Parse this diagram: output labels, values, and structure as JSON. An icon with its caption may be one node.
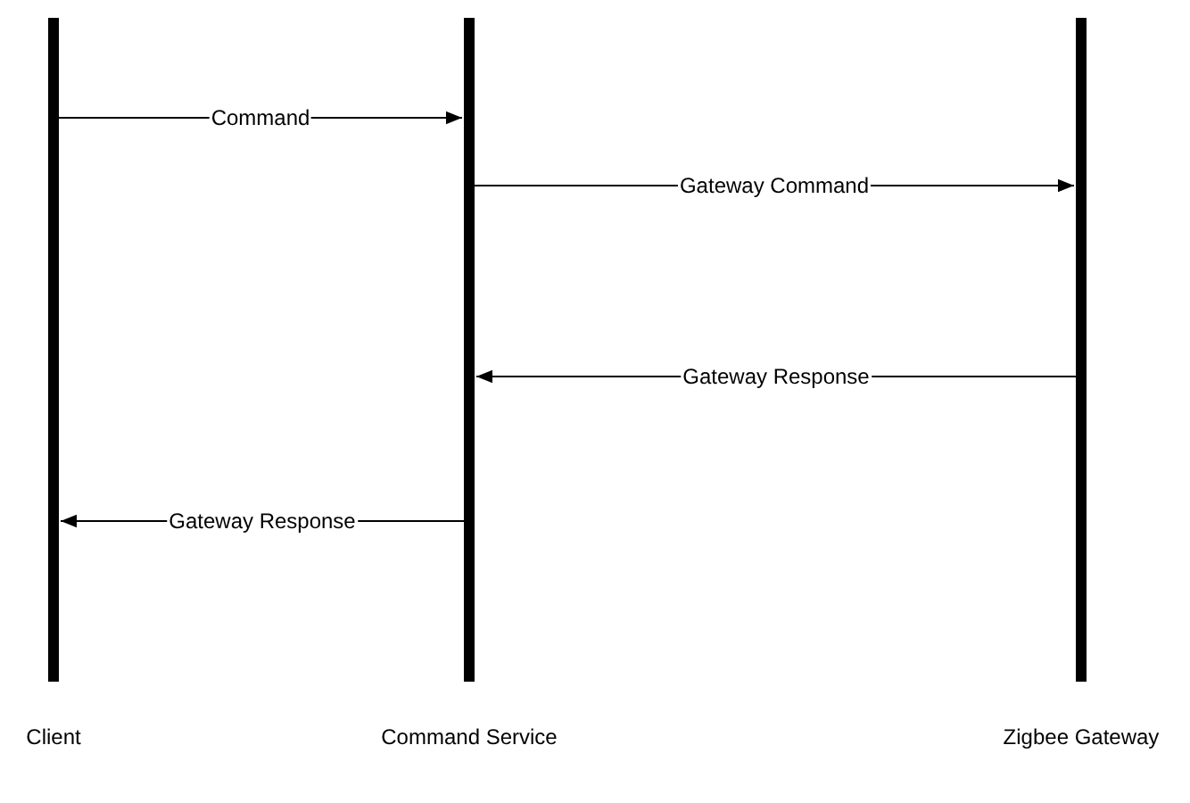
{
  "diagram": {
    "nodes": [
      {
        "text": [
          "Client"
        ]
      },
      {
        "text": [
          "Command Service"
        ]
      },
      {
        "text": [
          "Zigbee Gateway"
        ]
      }
    ],
    "edges": [
      {
        "from": 0,
        "to": 1,
        "arrow": "to",
        "label": "Command"
      },
      {
        "from": 1,
        "to": 2,
        "arrow": "to",
        "label": "Gateway Command"
      },
      {
        "from": 2,
        "to": 1,
        "arrow": "to",
        "label": "Gateway Response"
      },
      {
        "from": 1,
        "to": 0,
        "arrow": "to",
        "label": "Gateway Response"
      }
    ]
  }
}
